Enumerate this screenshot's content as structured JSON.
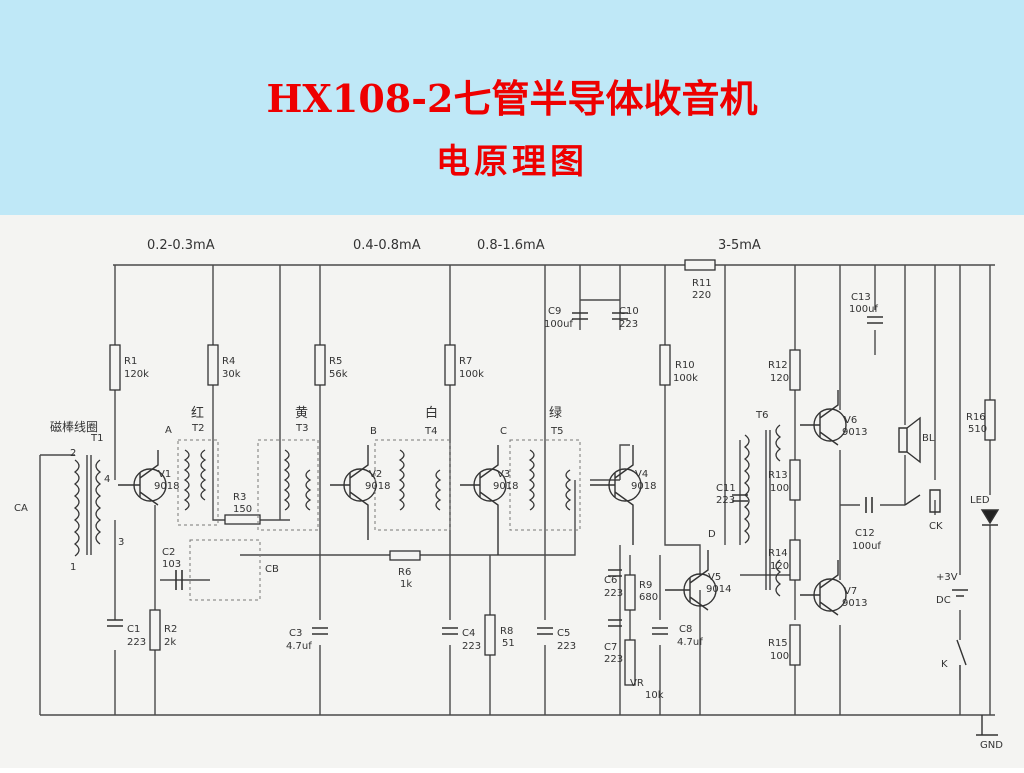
{
  "title": "HX108-2七管半导体收音机",
  "subtitle": "电原理图",
  "currents": [
    "0.2-0.3mA",
    "0.4-0.8mA",
    "0.8-1.6mA",
    "3-5mA"
  ],
  "coil_labels": [
    "红",
    "黄",
    "白",
    "绿"
  ],
  "antenna_label": "磁棒线圈",
  "components": {
    "R1": [
      "R1",
      "120k"
    ],
    "R2": [
      "R2",
      "2k"
    ],
    "R3": [
      "R3",
      "150"
    ],
    "R4": [
      "R4",
      "30k"
    ],
    "R5": [
      "R5",
      "56k"
    ],
    "R6": [
      "R6",
      "1k"
    ],
    "R7": [
      "R7",
      "100k"
    ],
    "R8": [
      "R8",
      "51"
    ],
    "R9": [
      "R9",
      "680"
    ],
    "R10": [
      "R10",
      "100k"
    ],
    "R11": [
      "R11",
      "220"
    ],
    "R12": [
      "R12",
      "120"
    ],
    "R13": [
      "R13",
      "100"
    ],
    "R14": [
      "R14",
      "120"
    ],
    "R15": [
      "R15",
      "100"
    ],
    "R16": [
      "R16",
      "510"
    ],
    "C1": [
      "C1",
      "223"
    ],
    "C2": [
      "C2",
      "103"
    ],
    "C3": [
      "C3",
      "4.7uf"
    ],
    "C4": [
      "C4",
      "223"
    ],
    "C5": [
      "C5",
      "223"
    ],
    "C6": [
      "C6",
      "223"
    ],
    "C7": [
      "C7",
      "223"
    ],
    "C8": [
      "C8",
      "4.7uf"
    ],
    "C9": [
      "C9",
      "100uf"
    ],
    "C10": [
      "C10",
      "223"
    ],
    "C11": [
      "C11",
      "223"
    ],
    "C12": [
      "C12",
      "100uf"
    ],
    "C13": [
      "C13",
      "100uf"
    ],
    "V1": [
      "V1",
      "9018"
    ],
    "V2": [
      "V2",
      "9018"
    ],
    "V3": [
      "V3",
      "9018"
    ],
    "V4": [
      "V4",
      "9018"
    ],
    "V5": [
      "V5",
      "9014"
    ],
    "V6": [
      "V6",
      "9013"
    ],
    "V7": [
      "V7",
      "9013"
    ],
    "VR": [
      "VR",
      "10k"
    ]
  },
  "misc": {
    "T1": "T1",
    "T2": "T2",
    "T3": "T3",
    "T4": "T4",
    "T5": "T5",
    "T6": "T6",
    "CA": "CA",
    "CB": "CB",
    "BL": "BL",
    "CK": "CK",
    "LED": "LED",
    "DC": "DC",
    "DC_volt": "+3V",
    "K": "K",
    "GND": "GND",
    "A": "A",
    "B": "B",
    "C": "C",
    "D": "D",
    "pin1": "1",
    "pin2": "2",
    "pin3": "3",
    "pin4": "4",
    "star": "*"
  }
}
